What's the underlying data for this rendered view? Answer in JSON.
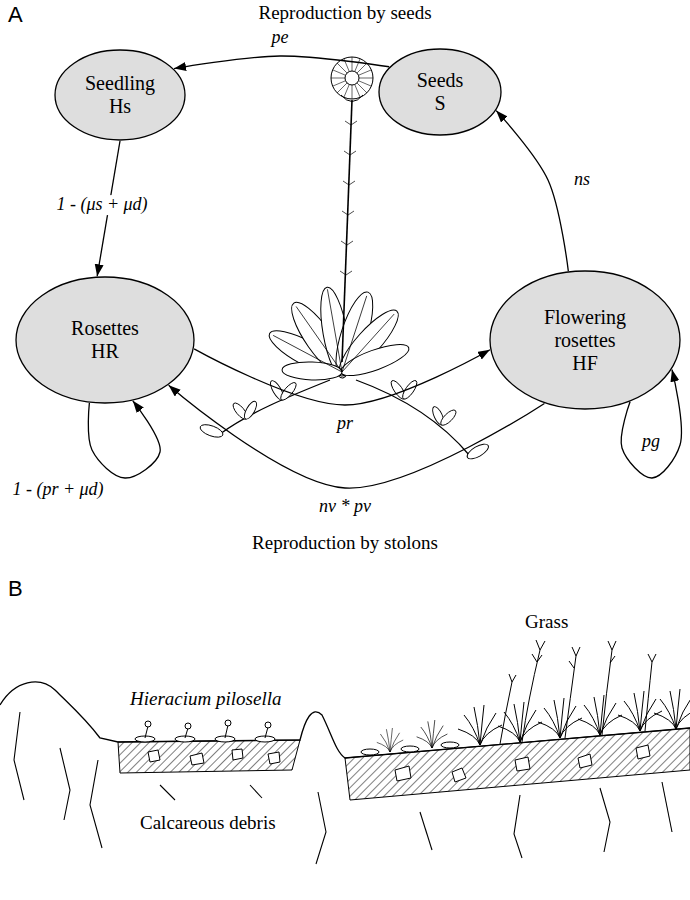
{
  "diagram": {
    "nodes": [
      {
        "text": [
          "Seedling",
          "Hs"
        ]
      },
      {
        "text": [
          "Seeds",
          "S"
        ]
      },
      {
        "text": [
          "Rosettes",
          "HR"
        ]
      },
      {
        "text": [
          "Flowering rosettes",
          "HF"
        ]
      }
    ],
    "edges": [
      {
        "from": 1,
        "to": 0,
        "label": "pe",
        "arrow": "to"
      },
      {
        "from": 0,
        "to": 2,
        "label": "1 - (μs + μd)",
        "arrow": "to"
      },
      {
        "from": 2,
        "to": 2,
        "label": "1 - (pr + μd)",
        "arrow": "to"
      },
      {
        "from": 2,
        "to": 3,
        "label": "pr",
        "arrow": "to"
      },
      {
        "from": 3,
        "to": 2,
        "label": "nv * pv",
        "arrow": "to"
      },
      {
        "from": 3,
        "to": 3,
        "label": "pg",
        "arrow": "to"
      },
      {
        "from": 3,
        "to": 1,
        "label": "ns",
        "arrow": "to"
      }
    ],
    "labels": [
      "A",
      "Reproduction by seeds",
      "Reproduction by stolons",
      "B",
      "Hieracium pilosella",
      "Grass",
      "Calcareous debris"
    ]
  }
}
